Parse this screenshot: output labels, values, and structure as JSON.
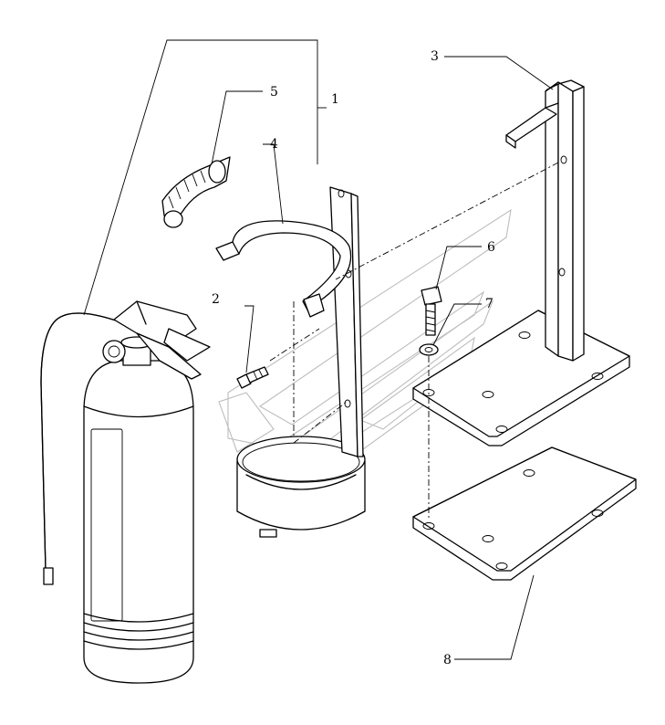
{
  "diagram": {
    "callouts": [
      {
        "id": "callout-1",
        "label": "1"
      },
      {
        "id": "callout-2",
        "label": "2"
      },
      {
        "id": "callout-3",
        "label": "3"
      },
      {
        "id": "callout-4",
        "label": "4"
      },
      {
        "id": "callout-5",
        "label": "5"
      },
      {
        "id": "callout-6",
        "label": "6"
      },
      {
        "id": "callout-7",
        "label": "7"
      },
      {
        "id": "callout-8",
        "label": "8"
      }
    ]
  }
}
